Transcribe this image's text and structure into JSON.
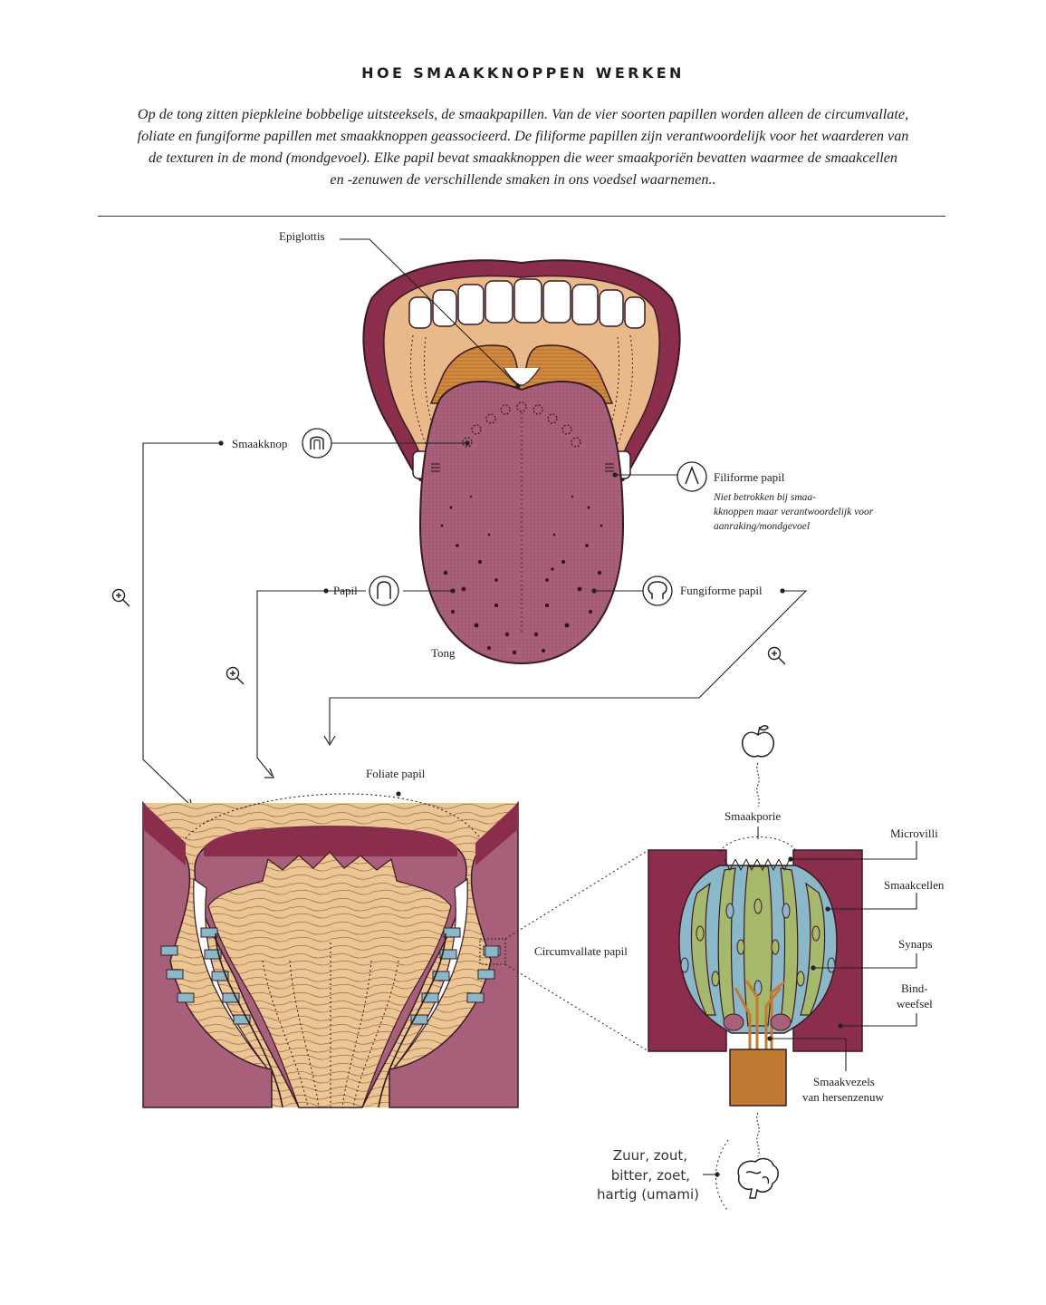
{
  "title": "HOE SMAAKKNOPPEN WERKEN",
  "intro": [
    "Op de tong zitten piepkleine bobbelige uitsteeksels, de smaakpapillen. Van de vier soorten papillen worden alleen de circumvallate,",
    "foliate en fungiforme papillen met smaakknoppen geassocieerd. De filiforme papillen zijn verantwoordelijk voor het waarderen van",
    "de texturen in de mond (mondgevoel). Elke papil bevat smaakknoppen die weer smaakporiën bevatten waarmee de smaakcellen",
    "en -zenuwen de verschillende smaken in ons voedsel waarnemen.."
  ],
  "labels": {
    "epiglottis": "Epiglottis",
    "smaakknop": "Smaakknop",
    "filiforme": "Filiforme papil",
    "filiforme_note": [
      "Niet betrokken bij smaa-",
      "kknoppen maar verantwoordelijk voor",
      "aanraking/mondgevoel"
    ],
    "papil": "Papil",
    "fungiforme": "Fungiforme papil",
    "tong": "Tong",
    "foliate": "Foliate papil",
    "circumvallate": "Circumvallate papil",
    "smaakporie": "Smaakporie",
    "microvilli": "Microvilli",
    "smaakcellen": "Smaakcellen",
    "synaps": "Synaps",
    "bindweefsel": [
      "Bind-",
      "weefsel"
    ],
    "smaakvezels": [
      "Smaakvezels",
      "van hersenzenuw"
    ],
    "tastes": [
      "Zuur, zout,",
      "bitter, zoet,",
      "hartig (umami)"
    ]
  },
  "icons": [
    "zoom-in-icon",
    "apple-icon",
    "brain-icon"
  ],
  "colors": {
    "lip": "#8a2e4c",
    "tongue": "#a8607a",
    "gum": "#e9b98a",
    "tissue": "#ecc595",
    "epiglottis": "#d28a3e",
    "cell_blue": "#8ab8c8",
    "cell_green": "#a6b86c",
    "fiber": "#c17a32"
  }
}
